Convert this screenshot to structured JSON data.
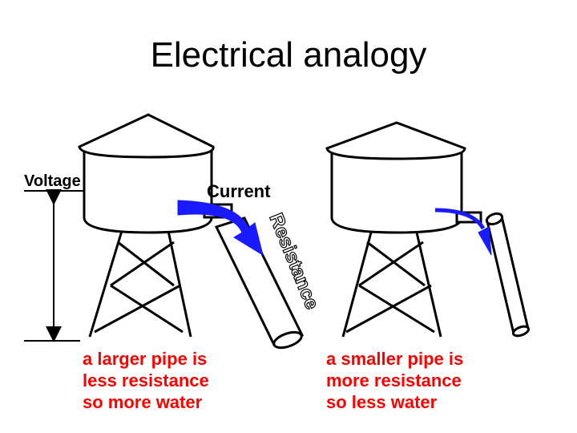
{
  "title": "Electrical analogy",
  "labels": {
    "voltage": "Voltage",
    "current": "Current",
    "resistance": "Resistance"
  },
  "left_caption": [
    "a larger pipe is",
    "less resistance",
    "so more water"
  ],
  "right_caption": [
    "a smaller pipe is",
    "more resistance",
    "so less water"
  ],
  "colors": {
    "arrow": "#1a1aff",
    "caption": "#ff0000",
    "line": "#000000"
  }
}
